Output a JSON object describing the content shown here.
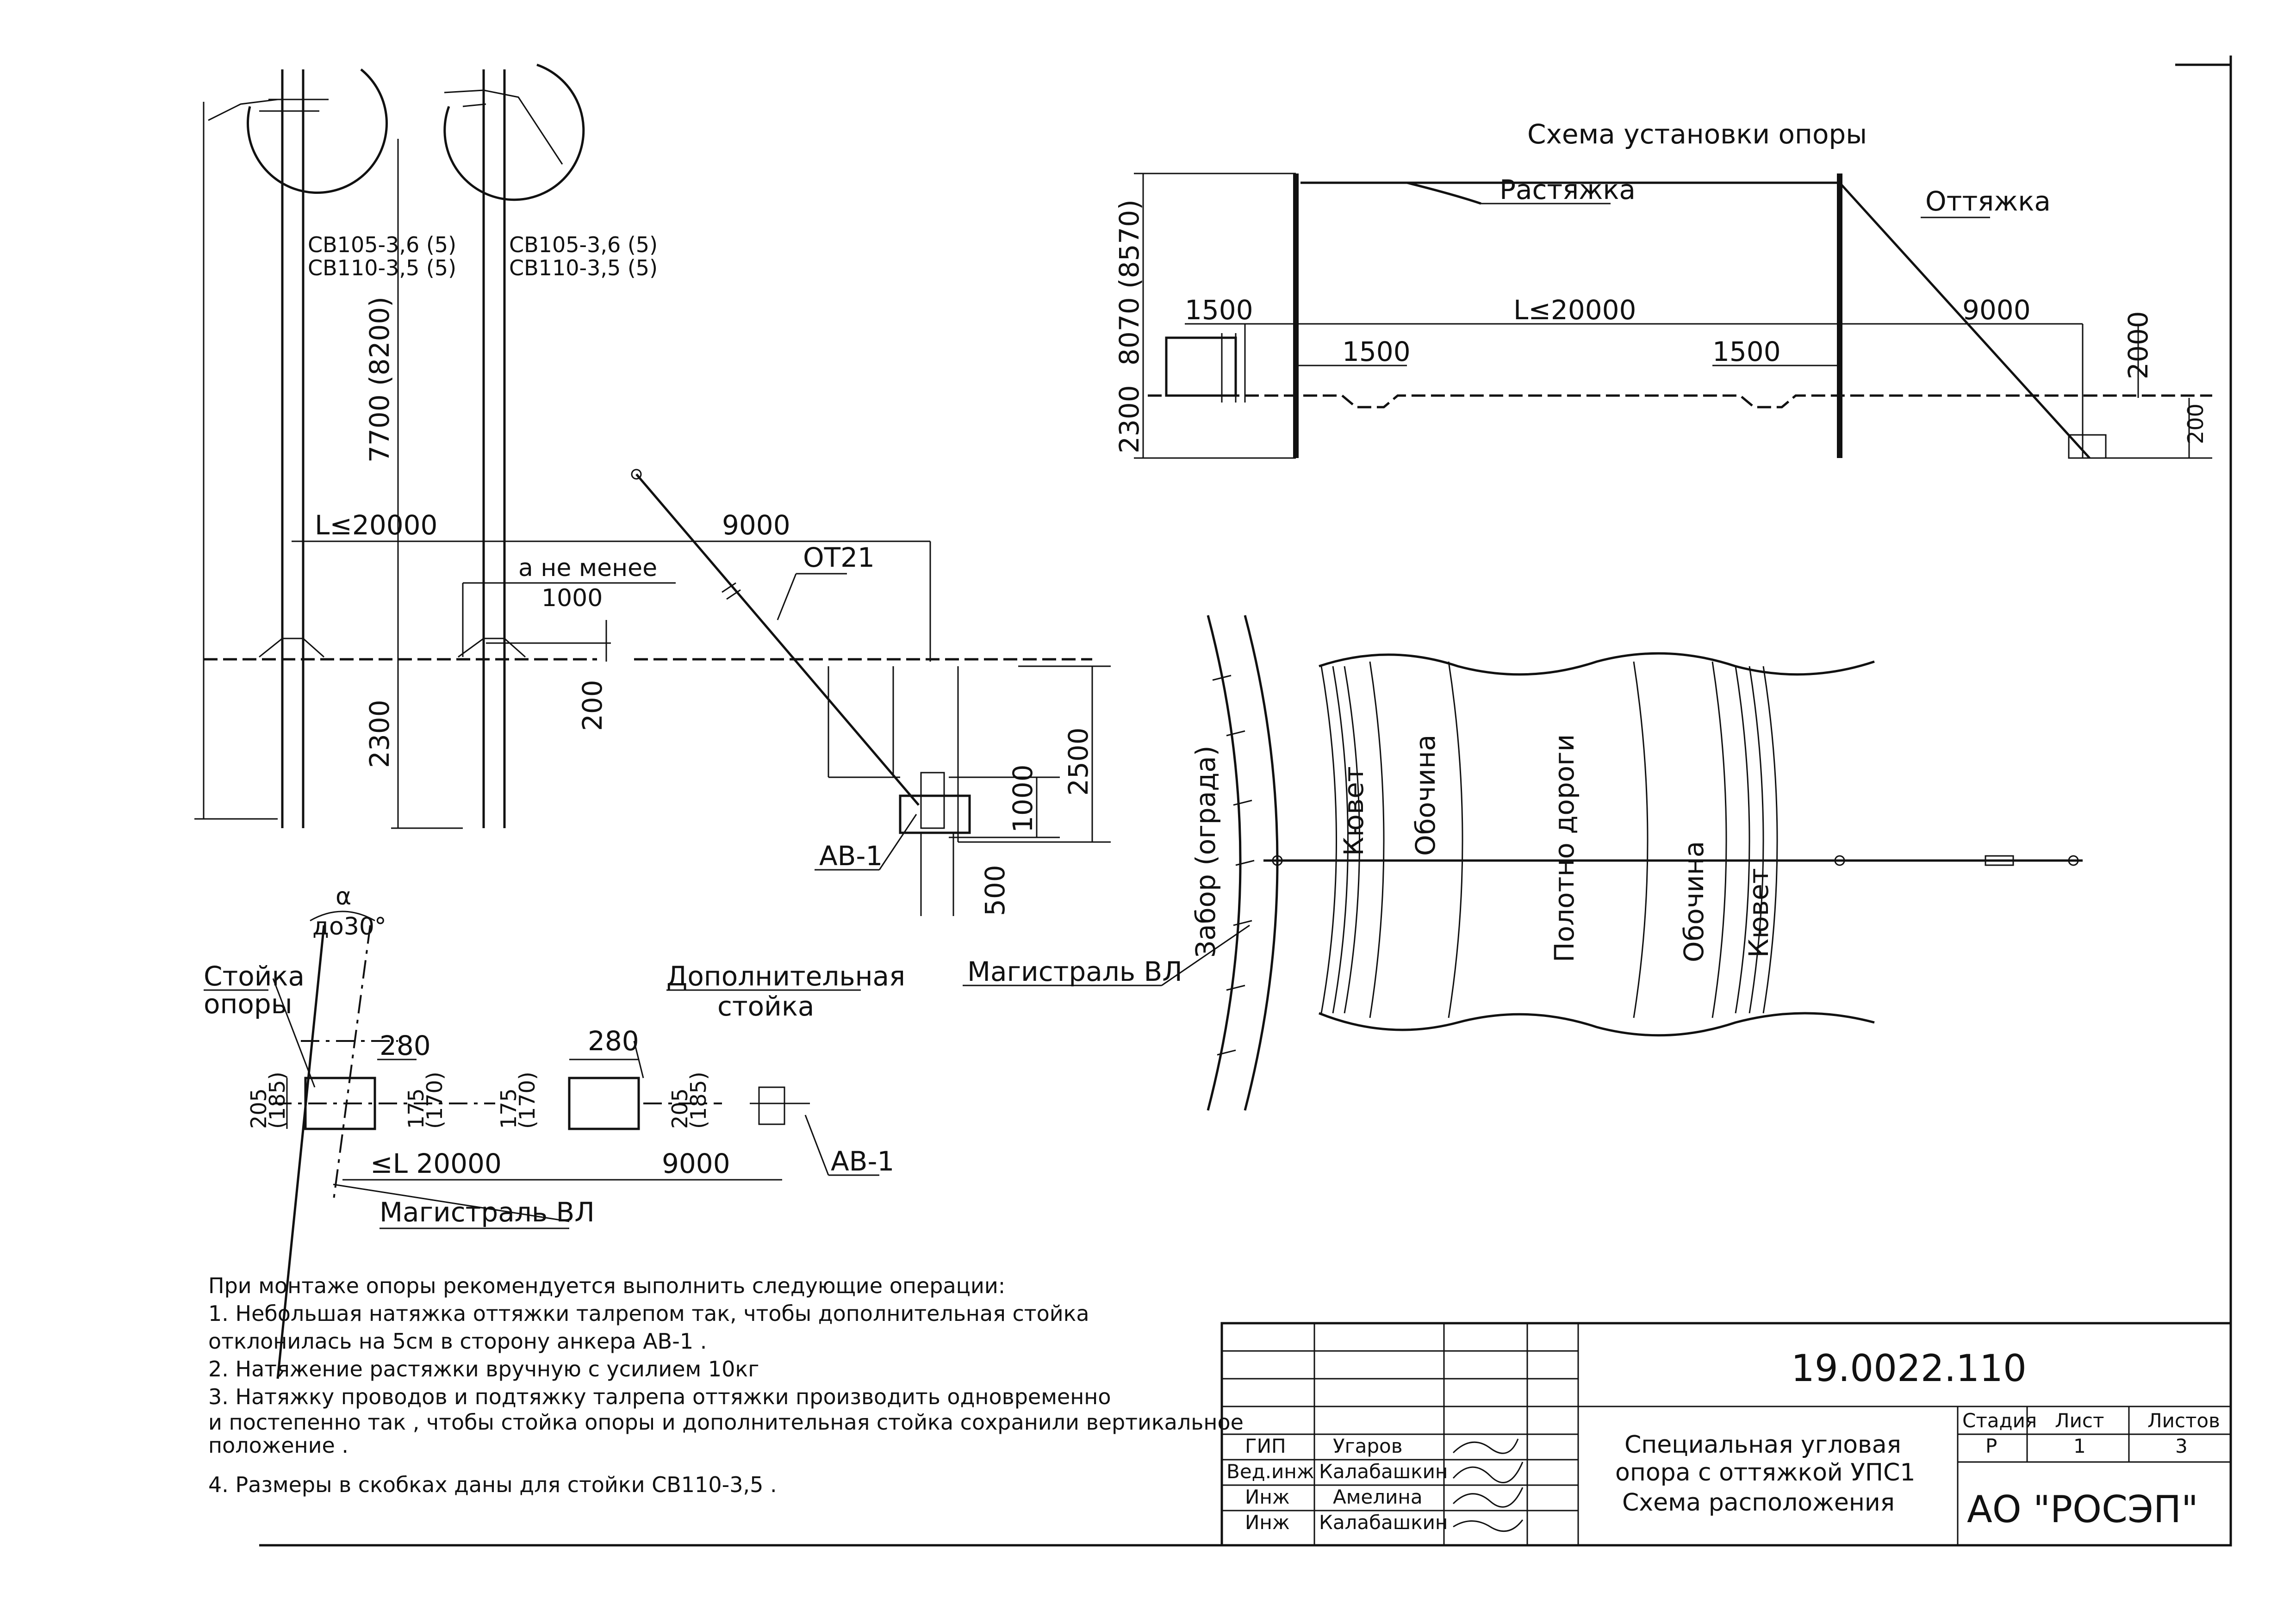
{
  "left_view": {
    "pole_labels": [
      "СВ105-3,6 (5)",
      "СВ110-3,5 (5)"
    ],
    "pole_labels_2": [
      "СВ105-3,6 (5)",
      "СВ110-3,5 (5)"
    ],
    "height_label": "7700 (8200)",
    "span_label": "L≤20000",
    "anchor_distance": "9000",
    "min_label": "а не менее",
    "min_value": "1000",
    "depth_label": "2300",
    "offset_200": "200",
    "guy_label": "ОТ21",
    "anchor_depth": "2500",
    "anchor_block": "1000",
    "anchor_width": "500",
    "anchor_label": "АВ-1"
  },
  "plan_view": {
    "alpha": "α",
    "angle": "до30°",
    "pole_label": "Стойка опоры",
    "extra_label": "Дополнительная стойка",
    "dim_280a": "280",
    "dim_280b": "280",
    "dim_205a": "205",
    "dim_185a": "(185)",
    "dim_175a": "175",
    "dim_170a": "(170)",
    "dim_175b": "175",
    "dim_170b": "(170)",
    "dim_205b": "205",
    "dim_185b": "(185)",
    "span": "≤L 20000",
    "anchor_dist": "9000",
    "anchor_label": "АВ-1",
    "line_label": "Магистраль ВЛ"
  },
  "install_scheme": {
    "title": "Схема установки опоры",
    "brace": "Растяжка",
    "guy": "Оттяжка",
    "height": "8070 (8570)",
    "depth": "2300",
    "span": "L≤20000",
    "left_1500": "1500",
    "ditch_1500a": "1500",
    "ditch_1500b": "1500",
    "anchor_9000": "9000",
    "right_2000": "2000",
    "right_200": "200"
  },
  "road_scheme": {
    "fence": "Забор (ограда)",
    "ditch_left": "Кювет",
    "shoulder_left": "Обочина",
    "road": "Полотно дороги",
    "shoulder_right": "Обочина",
    "ditch_right": "Кювет",
    "line_label": "Магистраль ВЛ"
  },
  "notes": {
    "lines": [
      "При монтаже опоры рекомендуется выполнить следующие операции:",
      "1. Небольшая натяжка оттяжки талрепом так, чтобы дополнительная стойка",
      "отклонилась на 5см в сторону анкера АВ-1 .",
      "2. Натяжение растяжки вручную с усилием 10кг",
      "3. Натяжку проводов и подтяжку талрепа оттяжки производить одновременно",
      "и постепенно так , чтобы стойка опоры и дополнительная стойка сохранили вертикальное",
      "положение .",
      "4. Размеры в скобках даны для стойки СВ110-3,5 ."
    ]
  },
  "title_block": {
    "doc_number": "19.0022.110",
    "title_lines": [
      "Специальная угловая",
      "опора с оттяжкой УПС1",
      "Схема расположения"
    ],
    "stage_head": "Стадия",
    "sheet_head": "Лист",
    "sheets_head": "Листов",
    "stage": "Р",
    "sheet": "1",
    "sheets": "3",
    "company": "АО \"РОСЭП\"",
    "roles": [
      {
        "role": "ГИП",
        "name": "Угаров"
      },
      {
        "role": "Вед.инж",
        "name": "Калабашкин"
      },
      {
        "role": "Инж",
        "name": "Амелина"
      },
      {
        "role": "Инж",
        "name": "Калабашкин"
      }
    ]
  }
}
